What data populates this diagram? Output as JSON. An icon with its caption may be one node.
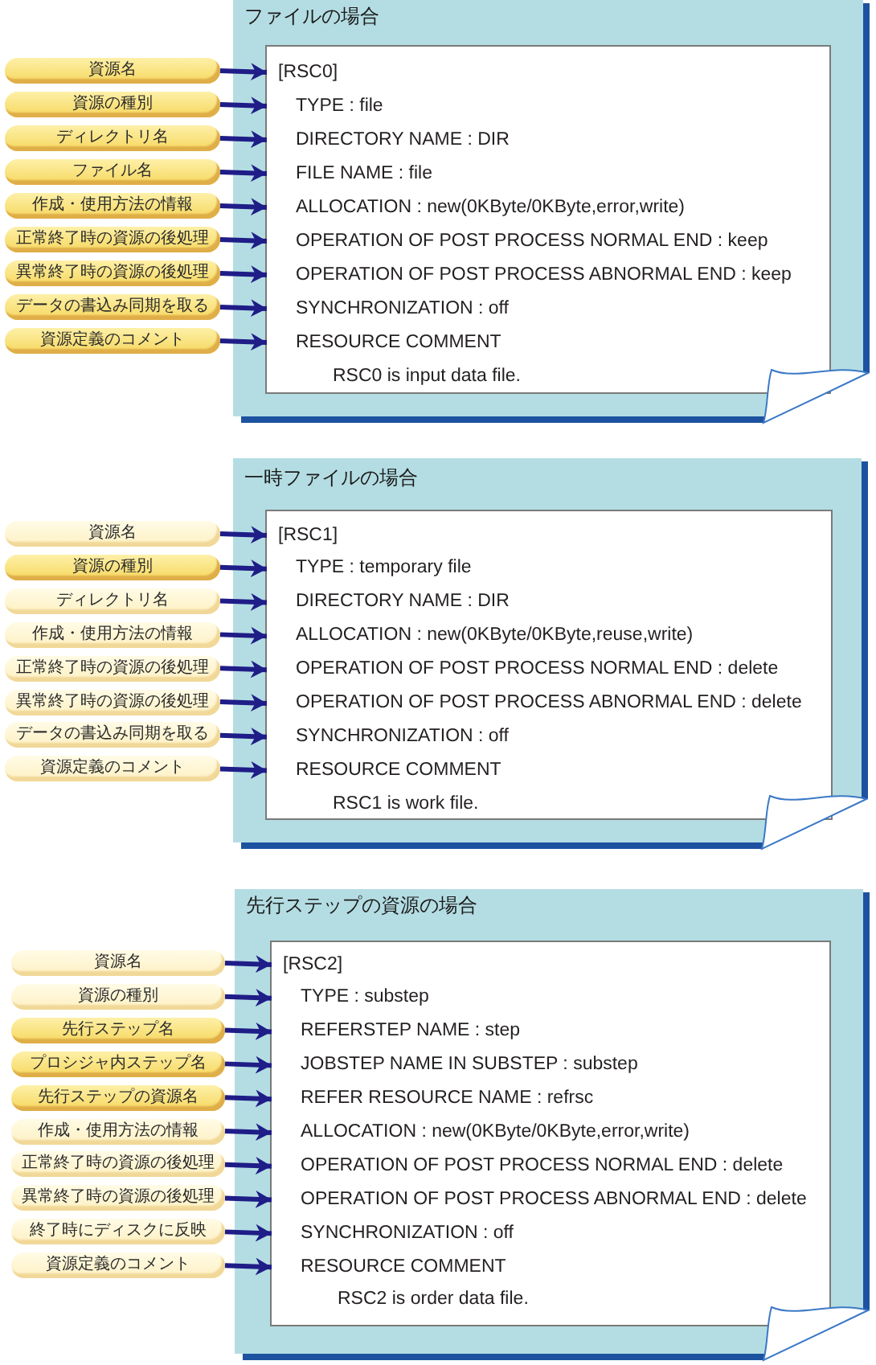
{
  "diagram": {
    "nodes": [
      {
        "text": [
          "ファイルの場合"
        ]
      },
      {
        "text": [],
        "shape": "box",
        "in": 0
      },
      {
        "text": [
          "[RSC0]"
        ],
        "in": 1
      },
      {
        "text": [
          "TYPE : file"
        ],
        "in": 1
      },
      {
        "text": [
          "DIRECTORY NAME : DIR"
        ],
        "in": 1
      },
      {
        "text": [
          "FILE NAME : file"
        ],
        "in": 1
      },
      {
        "text": [
          "ALLOCATION : new(0KByte/0KByte,error,write)"
        ],
        "in": 1
      },
      {
        "text": [
          "OPERATION OF POST PROCESS NORMAL END : keep"
        ],
        "in": 1
      },
      {
        "text": [
          "OPERATION OF POST PROCESS ABNORMAL END : keep"
        ],
        "in": 1
      },
      {
        "text": [
          "SYNCHRONIZATION : off"
        ],
        "in": 1
      },
      {
        "text": [
          "RESOURCE COMMENT",
          "RSC0 is input data file."
        ],
        "in": 1
      },
      {
        "text": [
          "資源名"
        ]
      },
      {
        "text": [
          "資源の種別"
        ]
      },
      {
        "text": [
          "ディレクトリ名"
        ]
      },
      {
        "text": [
          "ファイル名"
        ]
      },
      {
        "text": [
          "作成・使用方法の情報"
        ]
      },
      {
        "text": [
          "正常終了時の資源の後処理"
        ]
      },
      {
        "text": [
          "異常終了時の資源の後処理"
        ]
      },
      {
        "text": [
          "データの書込み同期を取る"
        ]
      },
      {
        "text": [
          "資源定義のコメント"
        ]
      },
      {
        "text": [
          "一時ファイルの場合"
        ]
      },
      {
        "text": [],
        "shape": "box",
        "in": 20
      },
      {
        "text": [
          "[RSC1]"
        ],
        "in": 21
      },
      {
        "text": [
          "TYPE : temporary file"
        ],
        "in": 21
      },
      {
        "text": [
          "DIRECTORY NAME : DIR"
        ],
        "in": 21
      },
      {
        "text": [
          "ALLOCATION : new(0KByte/0KByte,reuse,write)"
        ],
        "in": 21
      },
      {
        "text": [
          "OPERATION OF POST PROCESS NORMAL END : delete"
        ],
        "in": 21
      },
      {
        "text": [
          "OPERATION OF POST PROCESS ABNORMAL END : delete"
        ],
        "in": 21
      },
      {
        "text": [
          "SYNCHRONIZATION : off"
        ],
        "in": 21
      },
      {
        "text": [
          "RESOURCE COMMENT",
          "RSC1 is work file."
        ],
        "in": 21
      },
      {
        "text": [
          "資源名"
        ]
      },
      {
        "text": [
          "資源の種別"
        ]
      },
      {
        "text": [
          "ディレクトリ名"
        ]
      },
      {
        "text": [
          "作成・使用方法の情報"
        ]
      },
      {
        "text": [
          "正常終了時の資源の後処理"
        ]
      },
      {
        "text": [
          "異常終了時の資源の後処理"
        ]
      },
      {
        "text": [
          "データの書込み同期を取る"
        ]
      },
      {
        "text": [
          "資源定義のコメント"
        ]
      },
      {
        "text": [
          "先行ステップの資源の場合"
        ]
      },
      {
        "text": [],
        "shape": "box",
        "in": 38
      },
      {
        "text": [
          "[RSC2]"
        ],
        "in": 39
      },
      {
        "text": [
          "TYPE : substep"
        ],
        "in": 39
      },
      {
        "text": [
          "REFERSTEP NAME : step"
        ],
        "in": 39
      },
      {
        "text": [
          "JOBSTEP NAME IN SUBSTEP : substep"
        ],
        "in": 39
      },
      {
        "text": [
          "REFER RESOURCE NAME : refrsc"
        ],
        "in": 39
      },
      {
        "text": [
          "ALLOCATION : new(0KByte/0KByte,error,write)"
        ],
        "in": 39
      },
      {
        "text": [
          "OPERATION OF POST PROCESS NORMAL END : delete"
        ],
        "in": 39
      },
      {
        "text": [
          "OPERATION OF POST PROCESS ABNORMAL END : delete"
        ],
        "in": 39
      },
      {
        "text": [
          "SYNCHRONIZATION : off"
        ],
        "in": 39
      },
      {
        "text": [
          "RESOURCE COMMENT",
          "RSC2 is order data file."
        ],
        "in": 39
      },
      {
        "text": [
          "資源名"
        ]
      },
      {
        "text": [
          "資源の種別"
        ]
      },
      {
        "text": [
          "先行ステップ名"
        ]
      },
      {
        "text": [
          "プロシジャ内ステップ名"
        ]
      },
      {
        "text": [
          "先行ステップの資源名"
        ]
      },
      {
        "text": [
          "作成・使用方法の情報"
        ]
      },
      {
        "text": [
          "正常終了時の資源の後処理"
        ]
      },
      {
        "text": [
          "異常終了時の資源の後処理"
        ]
      },
      {
        "text": [
          "終了時にディスクに反映"
        ]
      },
      {
        "text": [
          "資源定義のコメント"
        ]
      }
    ],
    "edges": [
      {
        "from": 11,
        "to": 2,
        "arrow": "to"
      },
      {
        "from": 12,
        "to": 3,
        "arrow": "to"
      },
      {
        "from": 13,
        "to": 4,
        "arrow": "to"
      },
      {
        "from": 14,
        "to": 5,
        "arrow": "to"
      },
      {
        "from": 15,
        "to": 6,
        "arrow": "to"
      },
      {
        "from": 16,
        "to": 7,
        "arrow": "to"
      },
      {
        "from": 17,
        "to": 8,
        "arrow": "to"
      },
      {
        "from": 18,
        "to": 9,
        "arrow": "to"
      },
      {
        "from": 19,
        "to": 10,
        "arrow": "to"
      },
      {
        "from": 30,
        "to": 22,
        "arrow": "to"
      },
      {
        "from": 31,
        "to": 23,
        "arrow": "to"
      },
      {
        "from": 32,
        "to": 24,
        "arrow": "to"
      },
      {
        "from": 33,
        "to": 25,
        "arrow": "to"
      },
      {
        "from": 34,
        "to": 26,
        "arrow": "to"
      },
      {
        "from": 35,
        "to": 27,
        "arrow": "to"
      },
      {
        "from": 36,
        "to": 28,
        "arrow": "to"
      },
      {
        "from": 37,
        "to": 29,
        "arrow": "to"
      },
      {
        "from": 50,
        "to": 40,
        "arrow": "to"
      },
      {
        "from": 51,
        "to": 41,
        "arrow": "to"
      },
      {
        "from": 52,
        "to": 42,
        "arrow": "to"
      },
      {
        "from": 53,
        "to": 43,
        "arrow": "to"
      },
      {
        "from": 54,
        "to": 44,
        "arrow": "to"
      },
      {
        "from": 55,
        "to": 45,
        "arrow": "to"
      },
      {
        "from": 56,
        "to": 46,
        "arrow": "to"
      },
      {
        "from": 57,
        "to": 47,
        "arrow": "to"
      },
      {
        "from": 58,
        "to": 48,
        "arrow": "to"
      },
      {
        "from": 59,
        "to": 49,
        "arrow": "to"
      }
    ]
  }
}
